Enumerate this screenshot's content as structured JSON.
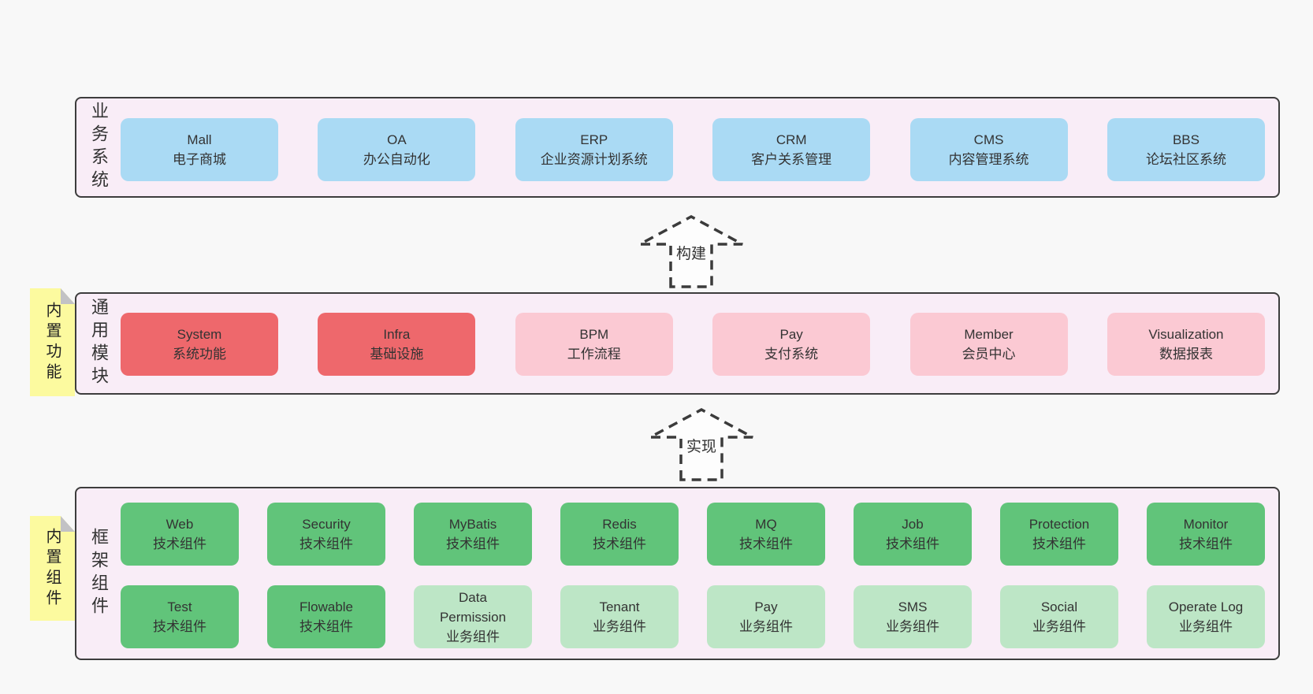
{
  "palette": {
    "page_bg": "#f8f8f8",
    "panel_bg": "#f9edf7",
    "panel_border": "#3d3d3d",
    "blue": "#aadaf4",
    "red": "#ee686c",
    "pink": "#fbc9d3",
    "green": "#61c47a",
    "light_green": "#bde6c6",
    "sticky_yellow": "#fcfa9f",
    "sticky_fold": "#c2c2c5",
    "text": "#333333"
  },
  "business": {
    "label": "业务系统",
    "boxes": [
      {
        "title": "Mall",
        "subtitle": "电子商城"
      },
      {
        "title": "OA",
        "subtitle": "办公自动化"
      },
      {
        "title": "ERP",
        "subtitle": "企业资源计划系统"
      },
      {
        "title": "CRM",
        "subtitle": "客户关系管理"
      },
      {
        "title": "CMS",
        "subtitle": "内容管理系统"
      },
      {
        "title": "BBS",
        "subtitle": "论坛社区系统"
      }
    ]
  },
  "arrows": {
    "build": "构建",
    "implement": "实现"
  },
  "modules": {
    "sticky": "内置功能",
    "label": "通用模块",
    "boxes": [
      {
        "title": "System",
        "subtitle": "系统功能"
      },
      {
        "title": "Infra",
        "subtitle": "基础设施"
      },
      {
        "title": "BPM",
        "subtitle": "工作流程"
      },
      {
        "title": "Pay",
        "subtitle": "支付系统"
      },
      {
        "title": "Member",
        "subtitle": "会员中心"
      },
      {
        "title": "Visualization",
        "subtitle": "数据报表"
      }
    ]
  },
  "components": {
    "sticky": "内置组件",
    "label": "框架组件",
    "rows": [
      [
        {
          "title": "Web",
          "subtitle": "技术组件"
        },
        {
          "title": "Security",
          "subtitle": "技术组件"
        },
        {
          "title": "MyBatis",
          "subtitle": "技术组件"
        },
        {
          "title": "Redis",
          "subtitle": "技术组件"
        },
        {
          "title": "MQ",
          "subtitle": "技术组件"
        },
        {
          "title": "Job",
          "subtitle": "技术组件"
        },
        {
          "title": "Protection",
          "subtitle": "技术组件"
        },
        {
          "title": "Monitor",
          "subtitle": "技术组件"
        }
      ],
      [
        {
          "title": "Test",
          "subtitle": "技术组件"
        },
        {
          "title": "Flowable",
          "subtitle": "技术组件"
        },
        {
          "title": "Data Permission",
          "subtitle": "业务组件"
        },
        {
          "title": "Tenant",
          "subtitle": "业务组件"
        },
        {
          "title": "Pay",
          "subtitle": "业务组件"
        },
        {
          "title": "SMS",
          "subtitle": "业务组件"
        },
        {
          "title": "Social",
          "subtitle": "业务组件"
        },
        {
          "title": "Operate Log",
          "subtitle": "业务组件"
        }
      ]
    ]
  }
}
